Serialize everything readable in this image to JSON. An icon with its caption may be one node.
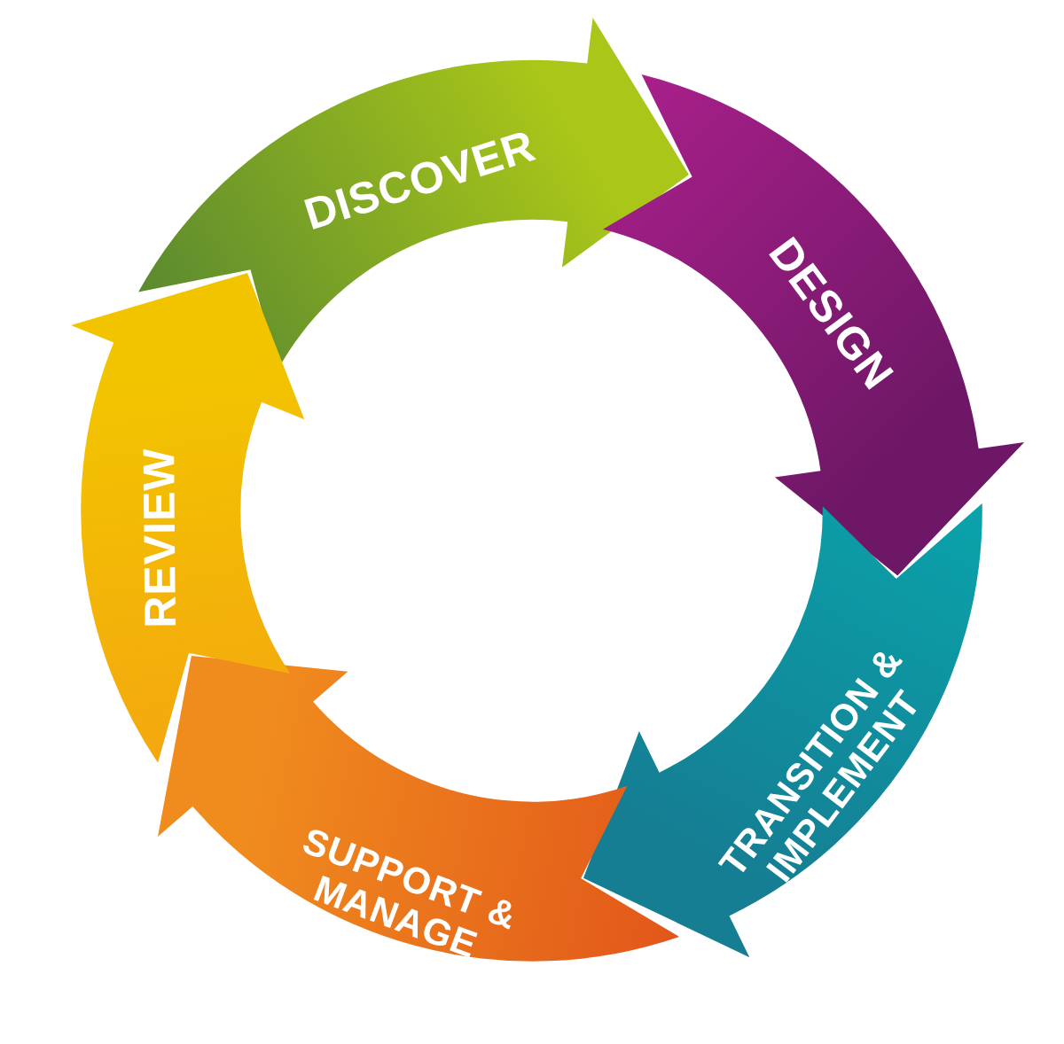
{
  "diagram": {
    "nodes": [
      {
        "text": [
          "DISCOVER"
        ]
      },
      {
        "text": [
          "DESIGN"
        ]
      },
      {
        "text": [
          "TRANSITION & IMPLEMENT"
        ]
      },
      {
        "text": [
          "SUPPORT & MANAGE"
        ]
      },
      {
        "text": [
          "REVIEW"
        ]
      }
    ]
  }
}
